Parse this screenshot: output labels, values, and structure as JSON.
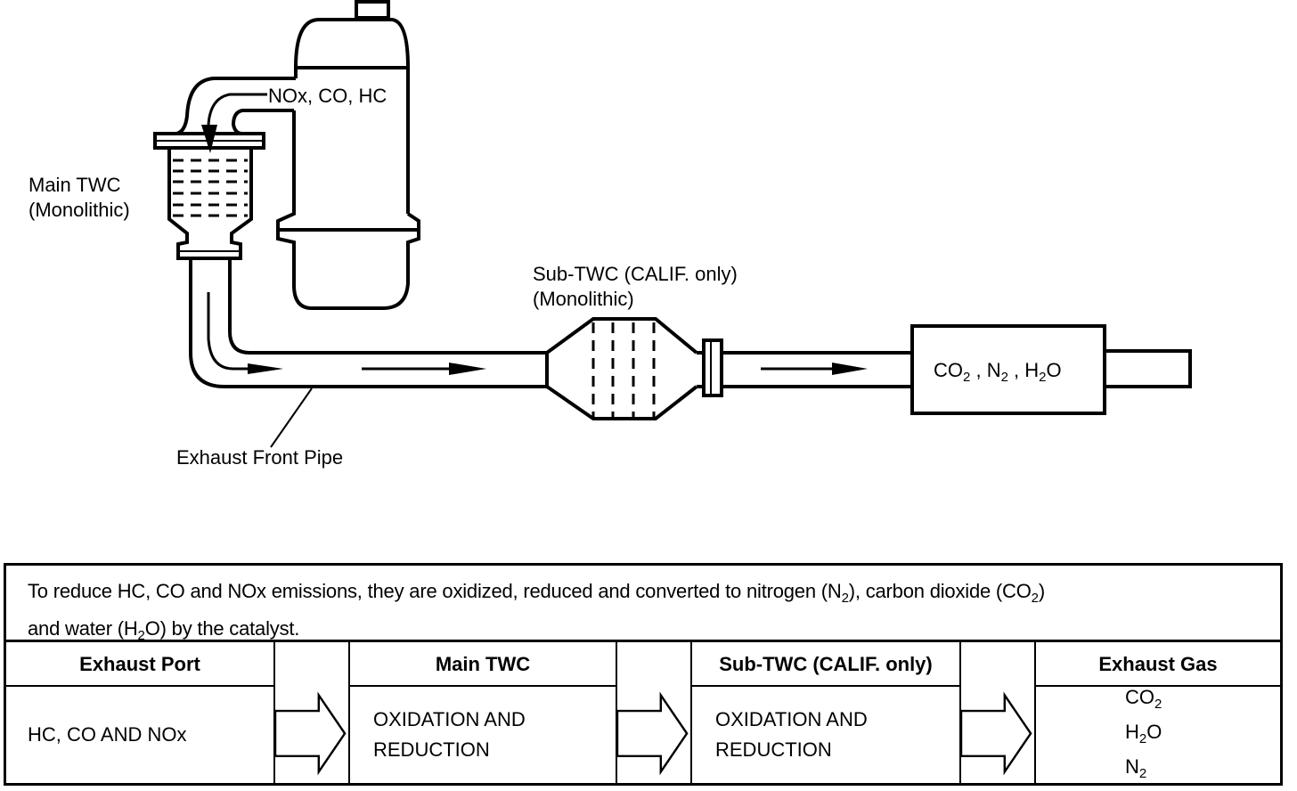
{
  "diagram": {
    "title": "Three-Way Catalytic Converter Exhaust System",
    "labels": {
      "inlet_gases": "NOx, CO, HC",
      "main_twc_line1": "Main TWC",
      "main_twc_line2": "(Monolithic)",
      "sub_twc_line1": "Sub-TWC (CALIF. only)",
      "sub_twc_line2": "(Monolithic)",
      "exhaust_front_pipe": "Exhaust Front Pipe",
      "outlet_gases": [
        {
          "base": "CO",
          "sub": "2"
        },
        {
          "base": "N",
          "sub": "2"
        },
        {
          "base": "H",
          "sub": "2",
          "tail": "O"
        }
      ],
      "outlet_separator": " , "
    },
    "components": [
      "engine",
      "main-twc",
      "exhaust-front-pipe",
      "sub-twc",
      "flange",
      "muffler",
      "tailpipe"
    ]
  },
  "table": {
    "description": {
      "part1": "To reduce HC, CO and NOx emissions, they are oxidized, reduced and converted to nitrogen (N",
      "sub1": "2",
      "part2": "), carbon dioxide (CO",
      "sub2": "2",
      "part3": ")",
      "part4": "and water (H",
      "sub3": "2",
      "part5": "O) by the catalyst."
    },
    "stages": [
      {
        "header": "Exhaust Port",
        "body": "HC, CO AND NOx"
      },
      {
        "header": "Main TWC",
        "body_line1": "OXIDATION AND",
        "body_line2": "REDUCTION"
      },
      {
        "header": "Sub-TWC (CALIF. only)",
        "body_line1": "OXIDATION AND",
        "body_line2": "REDUCTION"
      },
      {
        "header": "Exhaust Gas",
        "gases": [
          {
            "base": "CO",
            "sub": "2",
            "tail": ""
          },
          {
            "base": "H",
            "sub": "2",
            "tail": "O"
          },
          {
            "base": "N",
            "sub": "2",
            "tail": ""
          }
        ]
      }
    ]
  }
}
